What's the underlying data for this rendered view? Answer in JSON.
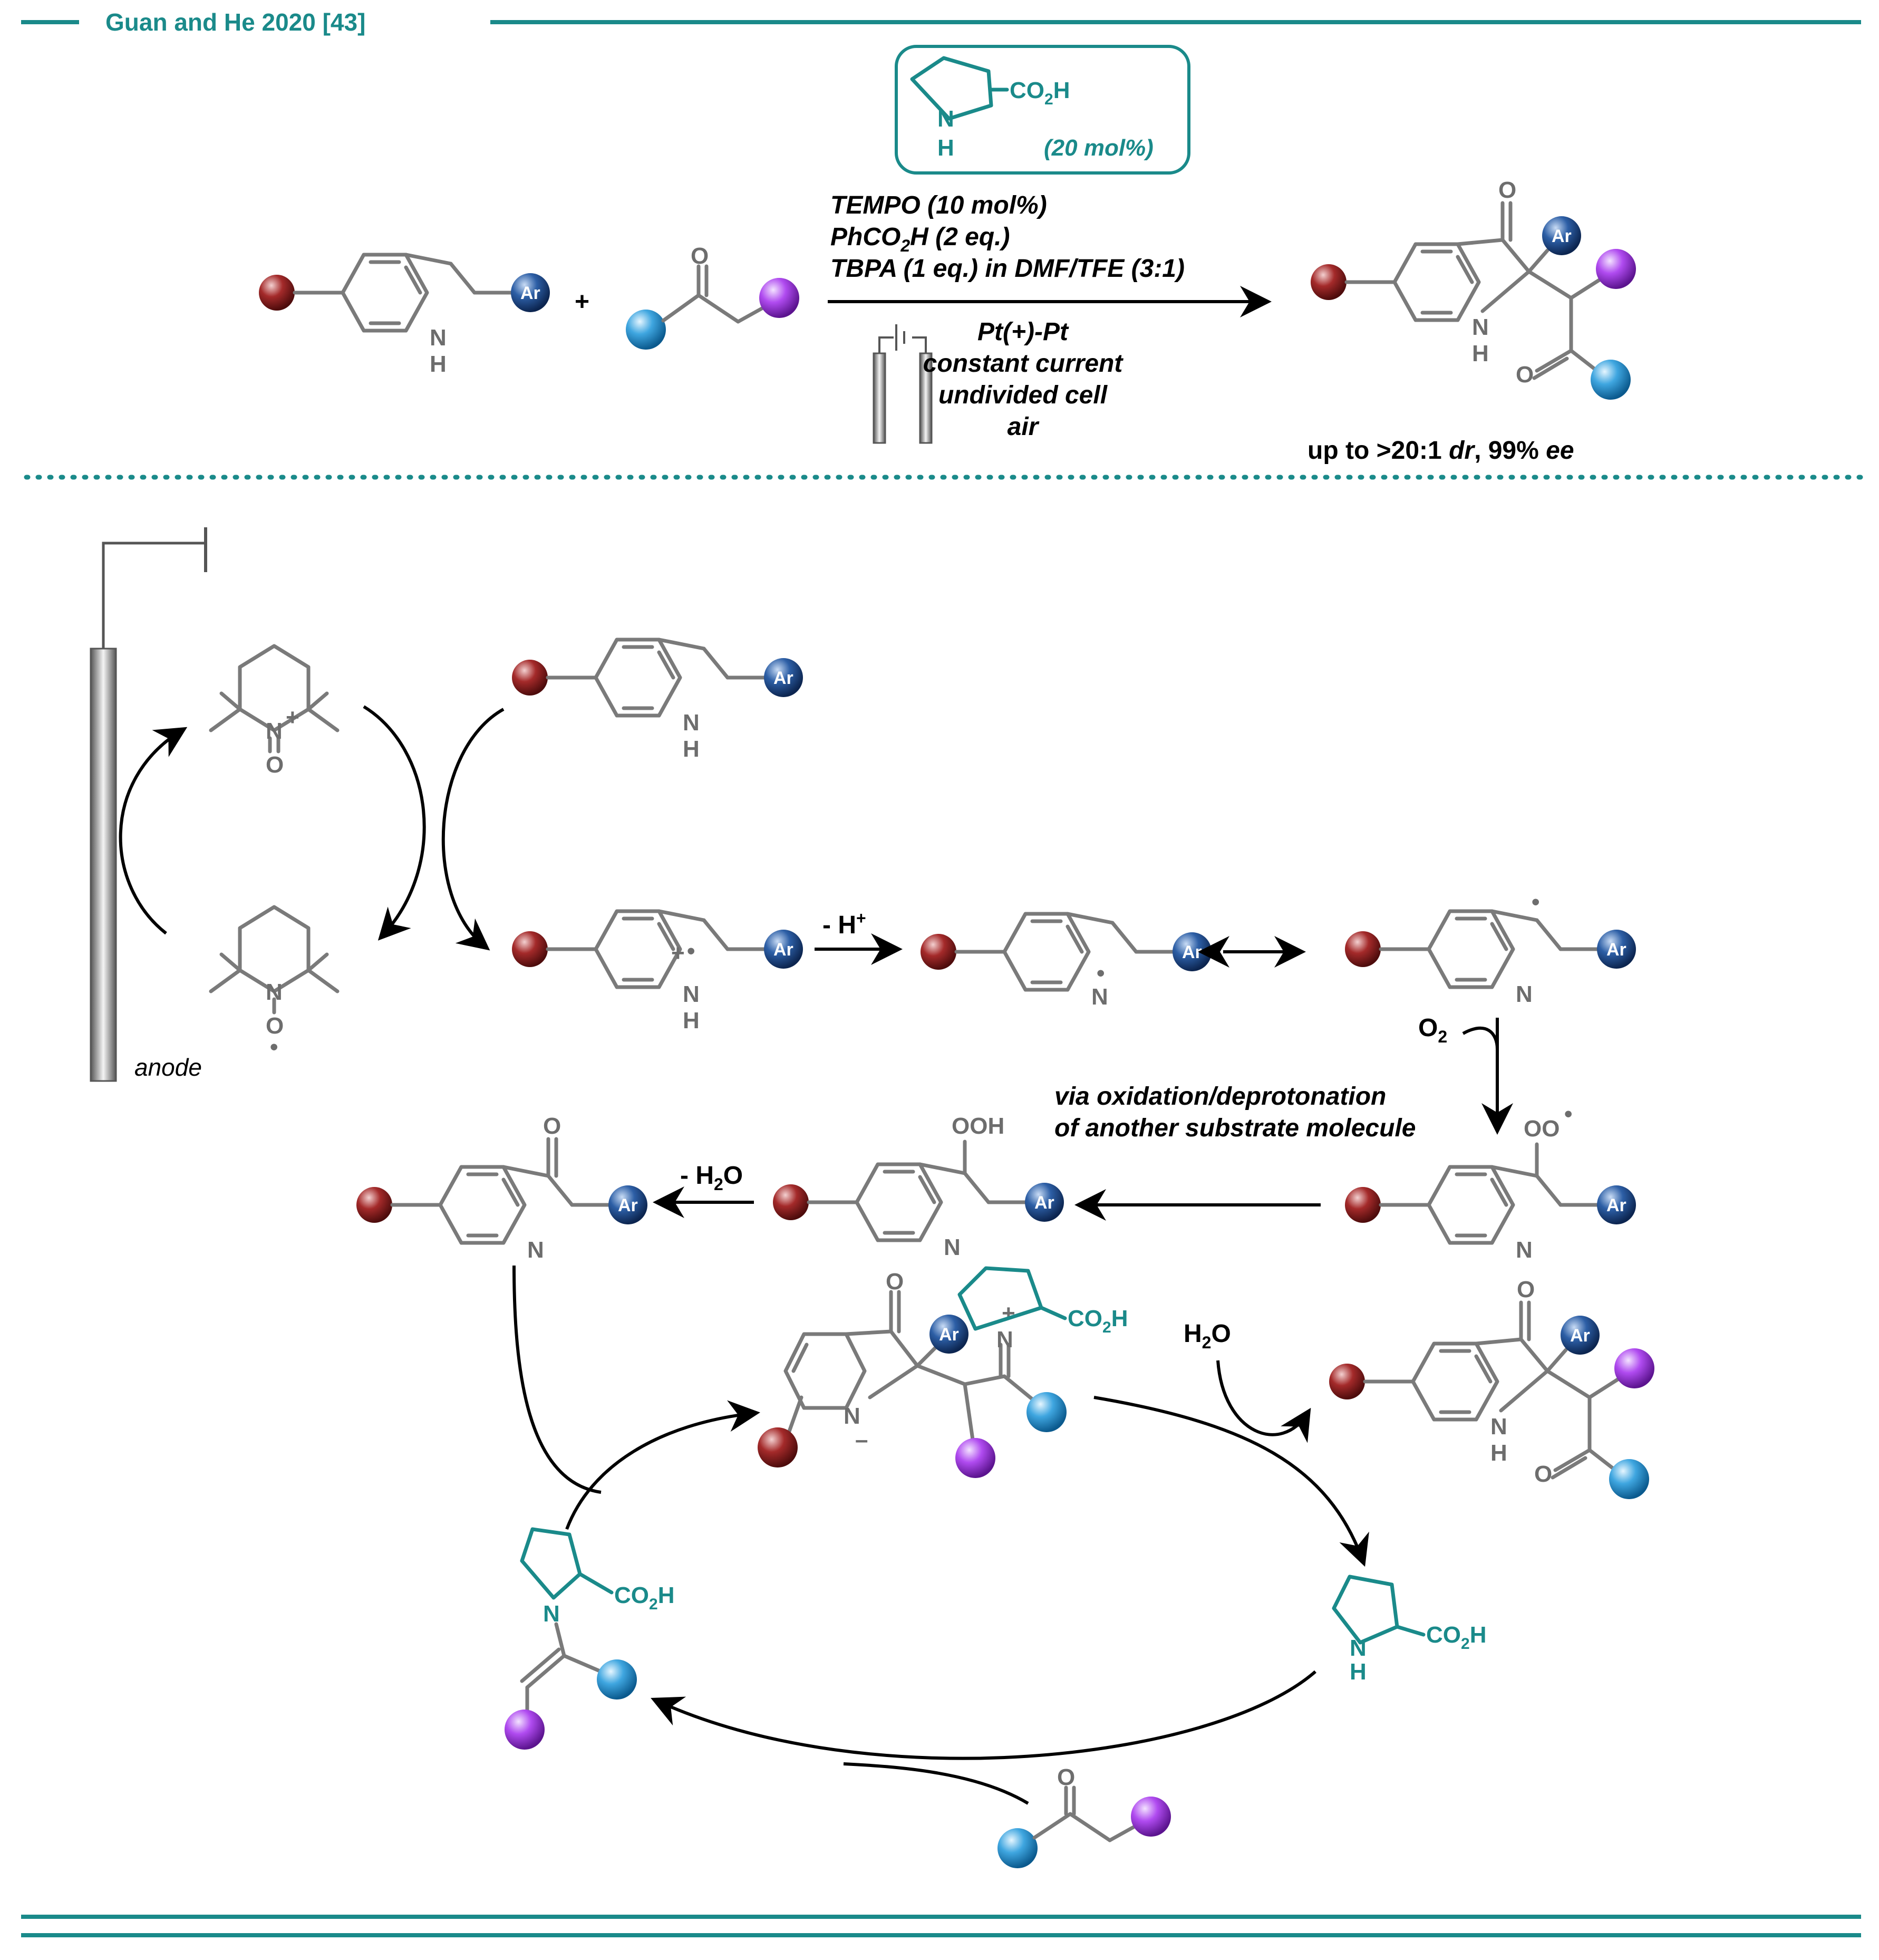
{
  "header": {
    "title": "Guan and He 2020 [43]"
  },
  "catalyst": {
    "co2h": "CO",
    "co2h_sub": "2",
    "co2h_h": "H",
    "nh_n": "N",
    "nh_h": "H",
    "loading": "(20 mol%)"
  },
  "conditions": {
    "line1": "TEMPO (10 mol%)",
    "line2_a": "PhCO",
    "line2_sub": "2",
    "line2_b": "H (2 eq.)",
    "line3": "TBPA (1 eq.) in DMF/TFE (3:1)",
    "line4": "Pt(+)-Pt",
    "line5": "constant current",
    "line6": "undivided cell",
    "line7": "air"
  },
  "plus": "+",
  "selectivity": {
    "a": "up to >20:1 ",
    "dr": "dr",
    "b": ", 99% ",
    "ee": "ee"
  },
  "atoms": {
    "N": "N",
    "H": "H",
    "O": "O",
    "plus": "+",
    "minus": "–",
    "dot": "•",
    "ooh": "OOH",
    "oo": "OO",
    "ar": "Ar"
  },
  "mechanism": {
    "anode": "anode",
    "minus_h": "- H",
    "minus_h_sup": "+",
    "o2": "O",
    "o2_sub": "2",
    "via1": "via oxidation/deprotonation",
    "via2": "of another substrate molecule",
    "minus_h2o_a": "- H",
    "minus_h2o_sub": "2",
    "minus_h2o_b": "O",
    "h2o_a": "H",
    "h2o_sub": "2",
    "h2o_b": "O",
    "co2h": "CO",
    "co2h_sub": "2",
    "co2h_h": "H"
  },
  "colors": {
    "teal": "#1a8a8a",
    "red_sphere": "#8b1a1a",
    "blue_sphere": "#1e88c8",
    "purple_sphere": "#a43fe0",
    "ar_sphere": "#1c4e8c",
    "bond_gray": "#7a7a7a"
  }
}
